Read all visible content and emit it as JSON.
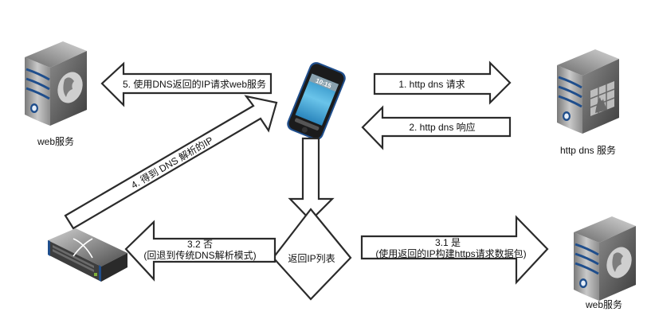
{
  "diagram": {
    "title": "HTTP DNS 解析流程",
    "nodes": {
      "web_server_left": {
        "label": "web服务",
        "icon": "web-server-icon"
      },
      "http_dns_server": {
        "label": "http dns 服务",
        "icon": "dns-server-icon"
      },
      "web_server_right": {
        "label": "web服务",
        "icon": "web-server-icon"
      },
      "phone": {
        "icon": "smartphone-icon",
        "screen_time": "10:15"
      },
      "switch": {
        "icon": "network-switch-icon"
      },
      "decision": {
        "label": "返回IP列表",
        "shape": "diamond"
      }
    },
    "edges": [
      {
        "id": "step1",
        "label": "1. http dns 请求",
        "from": "phone",
        "to": "http_dns_server"
      },
      {
        "id": "step2",
        "label": "2. http dns 响应",
        "from": "http_dns_server",
        "to": "phone"
      },
      {
        "id": "step3",
        "from": "phone",
        "to": "decision"
      },
      {
        "id": "step3_1",
        "label_line1": "3.1 是",
        "label_line2": "(使用返回的IP构建https请求数据包)",
        "from": "decision",
        "to": "web_server_right"
      },
      {
        "id": "step3_2",
        "label_line1": "3.2 否",
        "label_line2": "(回退到传统DNS解析模式)",
        "from": "decision",
        "to": "switch"
      },
      {
        "id": "step4",
        "label": "4. 得到 DNS 解析的IP",
        "from": "switch",
        "to": "phone"
      },
      {
        "id": "step5",
        "label": "5. 使用DNS返回的IP请求web服务",
        "from": "phone",
        "to": "web_server_left"
      }
    ],
    "colors": {
      "stroke": "#2b2b2b",
      "server_stripe": "#1f4e8c",
      "phone_bezel": "#1f4e8c",
      "screen": "#3aa6d6"
    }
  }
}
